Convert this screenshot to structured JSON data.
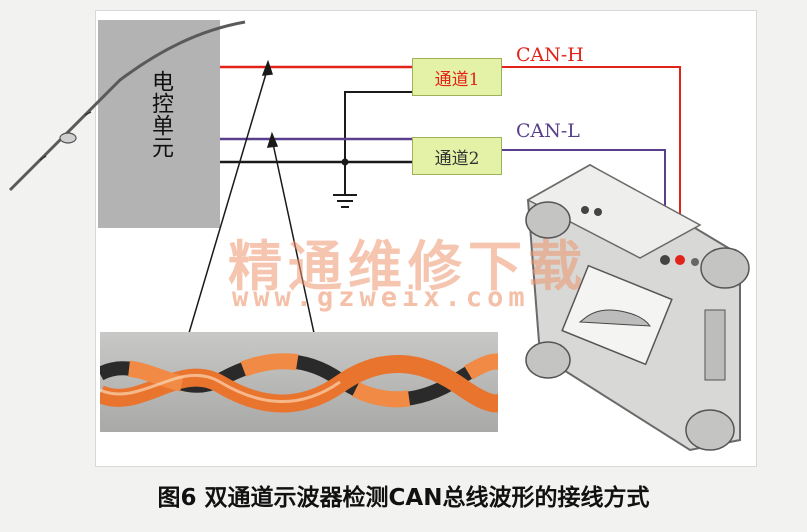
{
  "ecu": {
    "label": "电控单元"
  },
  "channels": [
    {
      "label": "通道1",
      "signal": "CAN-H",
      "color": "#e2231a"
    },
    {
      "label": "通道2",
      "signal": "CAN-L",
      "color": "#5a3f8c"
    }
  ],
  "watermark": {
    "text": "精通维修下载",
    "url": "www.gzweix.com"
  },
  "caption": "图6 双通道示波器检测CAN总线波形的接线方式",
  "colors": {
    "can_h_wire": "#e2231a",
    "can_l_wire": "#5a3f8c",
    "ground_wire": "#1a1a1a",
    "cable_orange": "#e8742e",
    "cable_black": "#2a2a2a"
  }
}
